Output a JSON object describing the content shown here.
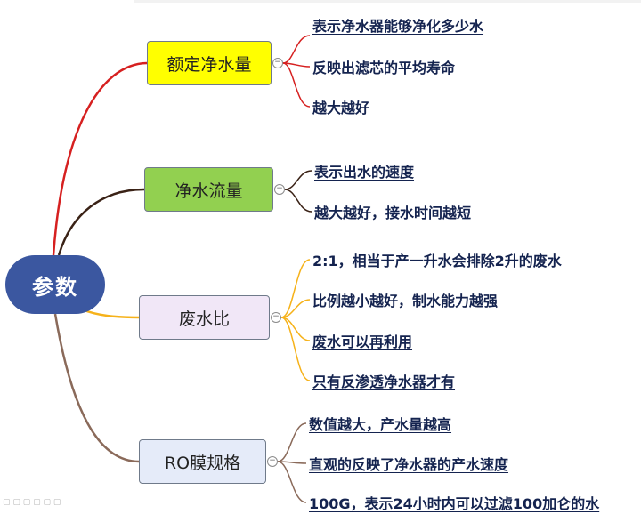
{
  "root": {
    "label": "参数"
  },
  "branches": [
    {
      "label": "额定净水量",
      "leaves": [
        "表示净水器能够净化多少水",
        "反映出滤芯的平均寿命",
        "越大越好"
      ]
    },
    {
      "label": "净水流量",
      "leaves": [
        "表示出水的速度",
        "越大越好，接水时间越短"
      ]
    },
    {
      "label": "废水比",
      "leaves": [
        "2:1，相当于产一升水会排除2升的废水",
        "比例越小越好，制水能力越强",
        "废水可以再利用",
        "只有反渗透净水器才有"
      ]
    },
    {
      "label": "RO膜规格",
      "leaves": [
        "数值越大，产水量越高",
        "直观的反映了净水器的产水速度",
        "100G，表示24小时内可以过滤100加仑的水"
      ]
    }
  ],
  "colors": {
    "root": "#3b57a0",
    "branch_amount": "#ffff00",
    "branch_flow": "#92d050",
    "branch_waste": "#f1e7f7",
    "branch_ro": "#e5ebf9",
    "link_amount": "#d62020",
    "link_flow": "#3a2216",
    "link_waste": "#f6b21a",
    "link_ro": "#8a6a5a",
    "leaf_text": "#14234f"
  },
  "icons": {
    "collapse": "minus-circle-icon"
  }
}
